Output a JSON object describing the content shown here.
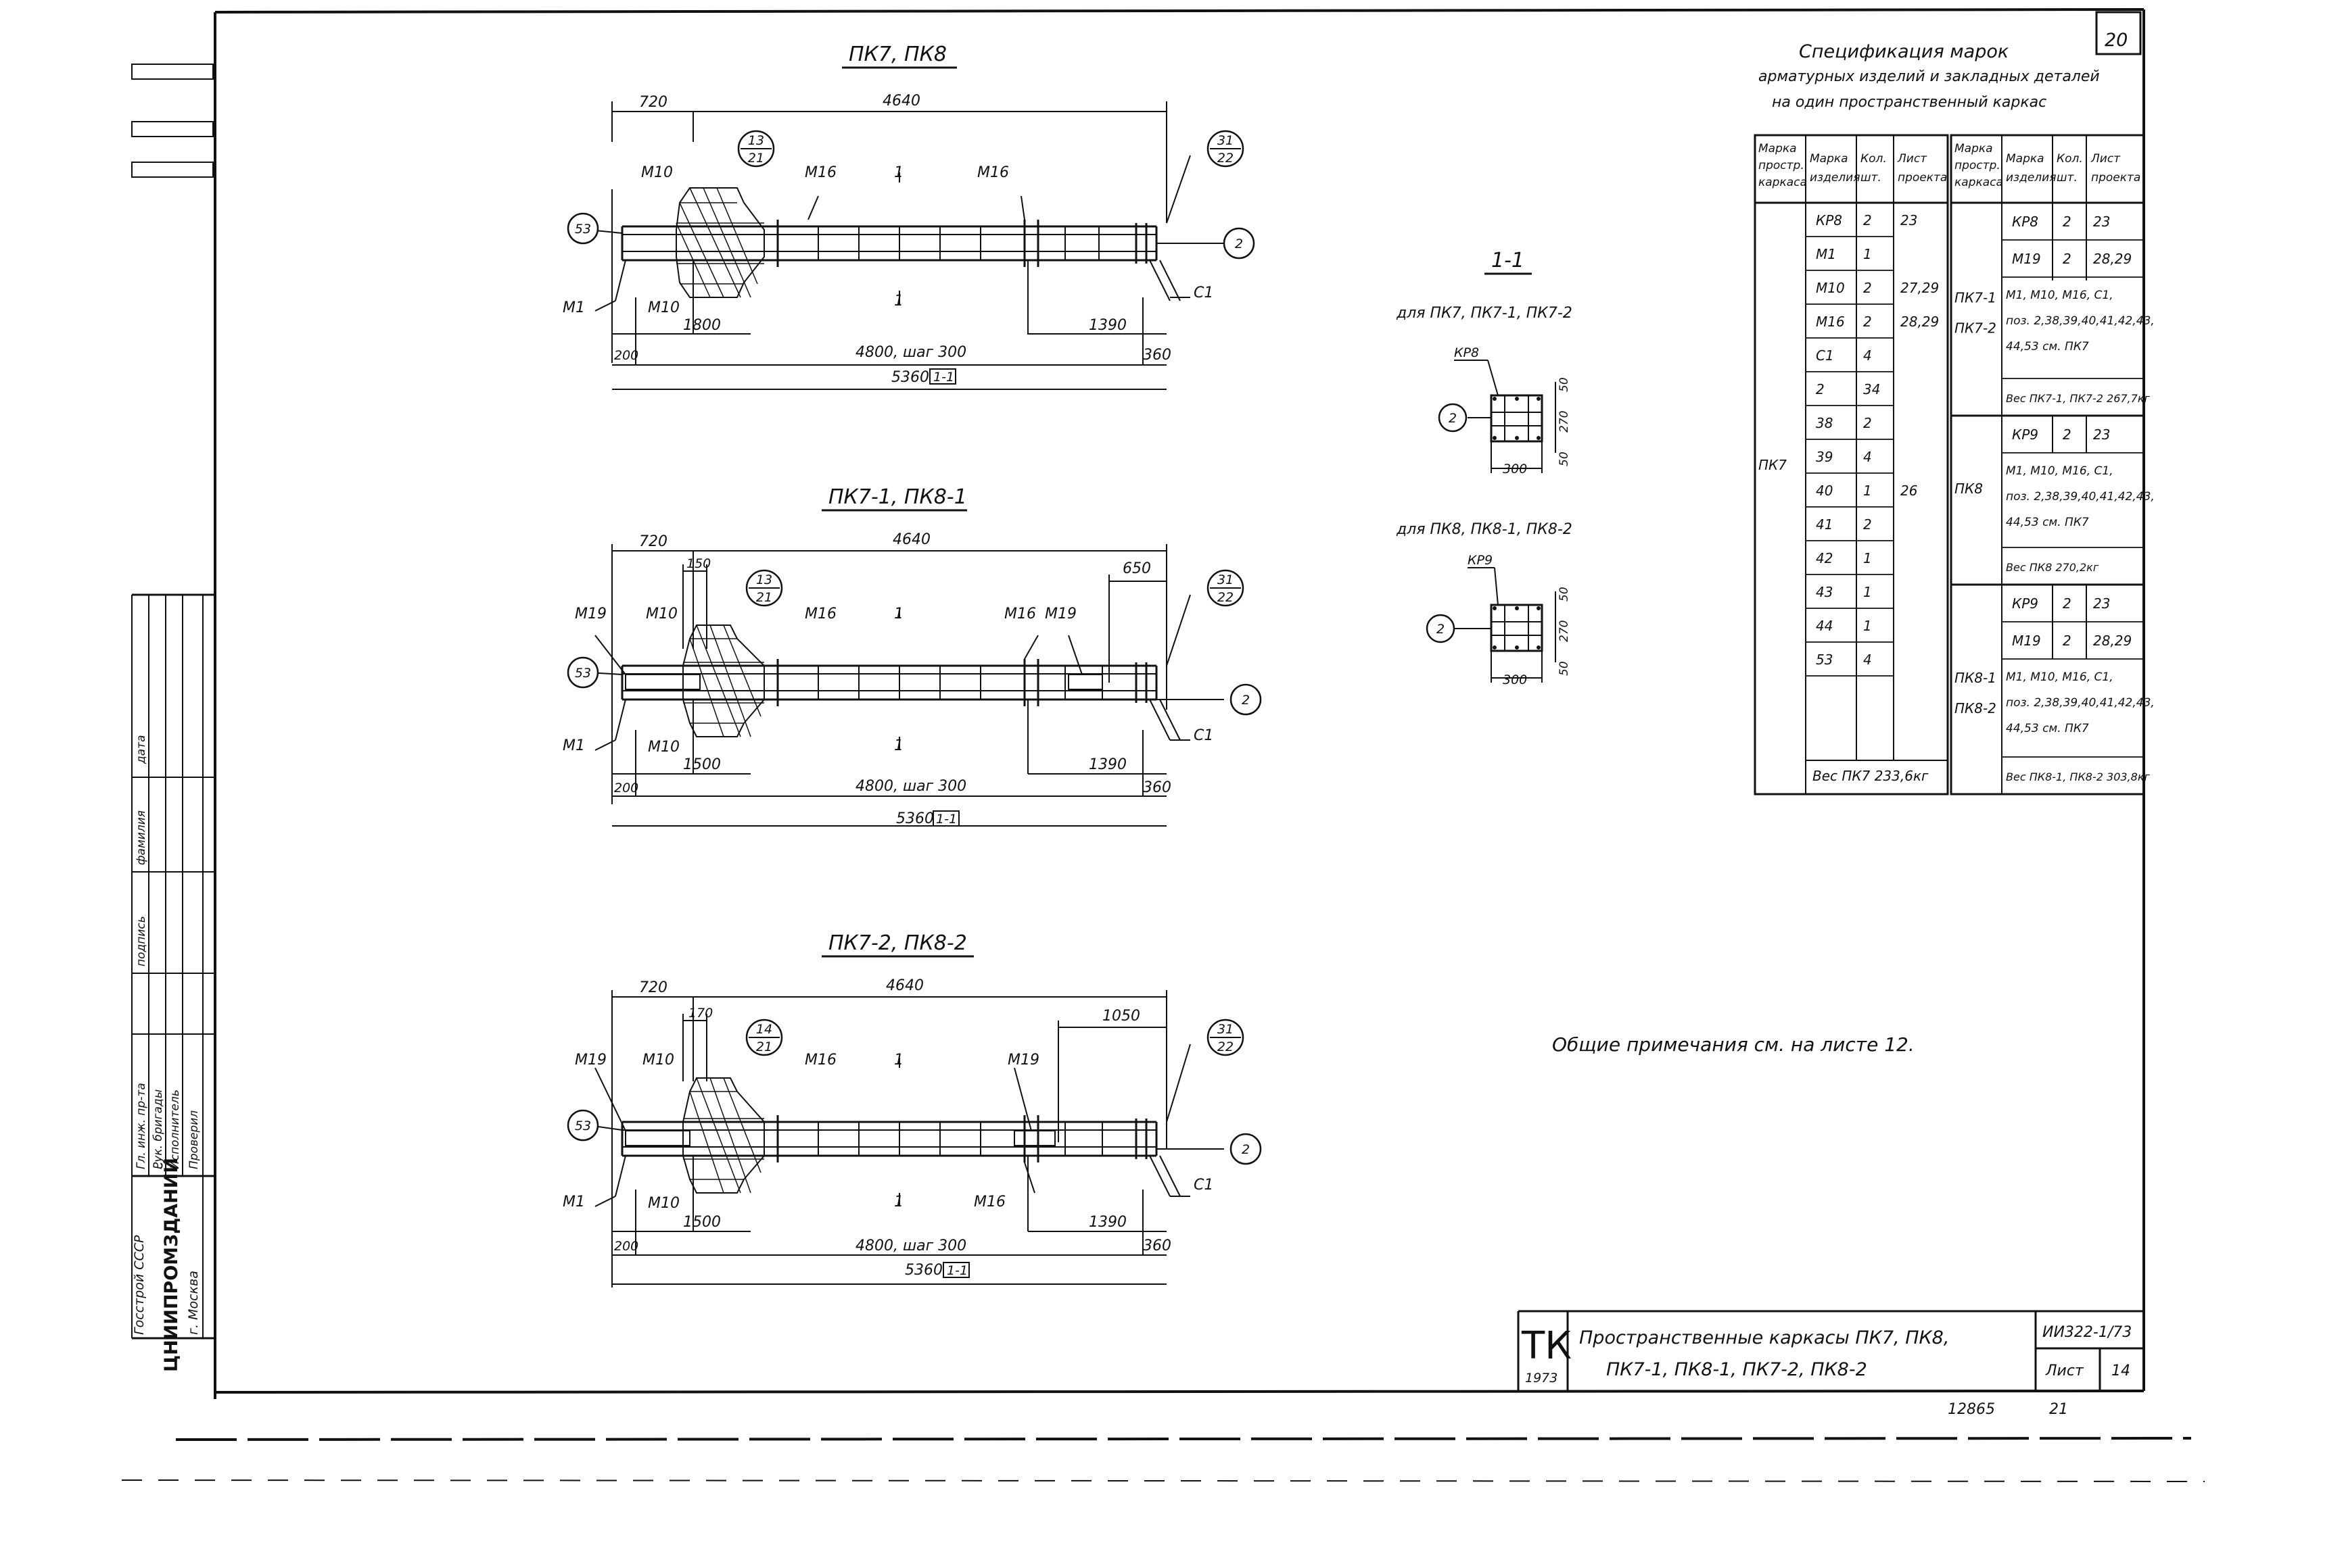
{
  "sheet_number": "20",
  "views": [
    {
      "title": "ПК7, ПК8",
      "dims": {
        "overall": "4640",
        "left": "720",
        "pitch": "4800, шаг 300",
        "total": "5360",
        "total_tag": "1-1",
        "bottom_left": "1800",
        "bottom_right": "1390",
        "end_left": "200",
        "end_right": "360"
      },
      "labels": {
        "m10": "М10",
        "m16a": "М16",
        "m16b": "М16",
        "m1": "М1",
        "m10b": "М10",
        "c1": "С1",
        "sec": "1"
      },
      "bubbles": {
        "b53": "53",
        "b2": "2",
        "b13": "13",
        "b21": "21",
        "b31": "31",
        "b22": "22"
      }
    },
    {
      "title": "ПК7-1, ПК8-1",
      "dims": {
        "overall": "4640",
        "left": "720",
        "mid": "150",
        "right": "650",
        "pitch": "4800, шаг 300",
        "total": "5360",
        "total_tag": "1-1",
        "bottom_left": "1500",
        "bottom_right": "1390",
        "end_left": "200",
        "end_right": "360"
      },
      "labels": {
        "m19": "М19",
        "m10": "М10",
        "m16a": "М16",
        "m16b": "М16",
        "m19b": "М19",
        "m1": "М1",
        "m10b": "М10",
        "c1": "С1",
        "sec": "1"
      },
      "bubbles": {
        "b53": "53",
        "b2": "2",
        "b13": "13",
        "b21": "21",
        "b31": "31",
        "b22": "22"
      }
    },
    {
      "title": "ПК7-2, ПК8-2",
      "dims": {
        "overall": "4640",
        "left": "720",
        "mid": "170",
        "right": "1050",
        "pitch": "4800, шаг 300",
        "total": "5360",
        "total_tag": "1-1",
        "bottom_left": "1500",
        "bottom_right": "1390",
        "end_left": "200",
        "end_right": "360"
      },
      "labels": {
        "m19": "М19",
        "m10": "М10",
        "m16a": "М16",
        "m19b": "М19",
        "m16b": "М16",
        "m1": "М1",
        "m10b": "М10",
        "c1": "С1",
        "sec": "1"
      },
      "bubbles": {
        "b53": "53",
        "b2": "2",
        "b14": "14",
        "b21": "21",
        "b31": "31",
        "b22": "22"
      }
    }
  ],
  "section": {
    "title": "1-1",
    "a": {
      "label": "для ПК7, ПК7-1, ПК7-2",
      "mark": "КР8",
      "bubble": "2",
      "width": "300",
      "height": "270",
      "c1": "50",
      "c2": "50"
    },
    "b": {
      "label": "для ПК8, ПК8-1, ПК8-2",
      "mark": "КР9",
      "bubble": "2",
      "width": "300",
      "height": "270",
      "c1": "50",
      "c2": "50"
    }
  },
  "spec": {
    "title_lines": [
      "Спецификация марок",
      "арматурных изделий и закладных деталей",
      "на один пространственный каркас"
    ],
    "headers": {
      "col1": [
        "Марка",
        "простр.",
        "каркаса"
      ],
      "col2": [
        "Марка",
        "изделия"
      ],
      "col3": [
        "Кол.",
        "шт."
      ],
      "col4": [
        "Лист",
        "проекта"
      ]
    },
    "left_frame": "ПК7",
    "left_rows": [
      {
        "mark": "КР8",
        "qty": "2",
        "sheet": "23"
      },
      {
        "mark": "М1",
        "qty": "1",
        "sheet": ""
      },
      {
        "mark": "М10",
        "qty": "2",
        "sheet": "27,29"
      },
      {
        "mark": "М16",
        "qty": "2",
        "sheet": "28,29"
      },
      {
        "mark": "С1",
        "qty": "4",
        "sheet": ""
      },
      {
        "mark": "2",
        "qty": "34",
        "sheet": ""
      },
      {
        "mark": "38",
        "qty": "2",
        "sheet": ""
      },
      {
        "mark": "39",
        "qty": "4",
        "sheet": ""
      },
      {
        "mark": "40",
        "qty": "1",
        "sheet": "26"
      },
      {
        "mark": "41",
        "qty": "2",
        "sheet": ""
      },
      {
        "mark": "42",
        "qty": "1",
        "sheet": ""
      },
      {
        "mark": "43",
        "qty": "1",
        "sheet": ""
      },
      {
        "mark": "44",
        "qty": "1",
        "sheet": ""
      },
      {
        "mark": "53",
        "qty": "4",
        "sheet": ""
      }
    ],
    "left_weight": "Вес ПК7 233,6кг",
    "right_groups": [
      {
        "frames": [
          "ПК7-1",
          "ПК7-2"
        ],
        "rows": [
          {
            "mark": "КР8",
            "qty": "2",
            "sheet": "23"
          },
          {
            "mark": "М19",
            "qty": "2",
            "sheet": "28,29"
          }
        ],
        "note": [
          "М1, М10, М16, С1,",
          "поз. 2,38,39,40,41,42,43,",
          "44,53 см. ПК7"
        ],
        "weight": "Вес ПК7-1, ПК7-2 267,7кг"
      },
      {
        "frames": [
          "ПК8"
        ],
        "rows": [
          {
            "mark": "КР9",
            "qty": "2",
            "sheet": "23"
          }
        ],
        "note": [
          "М1, М10, М16, С1,",
          "поз. 2,38,39,40,41,42,43,",
          "44,53 см. ПК7"
        ],
        "weight": "Вес ПК8 270,2кг"
      },
      {
        "frames": [
          "ПК8-1",
          "ПК8-2"
        ],
        "rows": [
          {
            "mark": "КР9",
            "qty": "2",
            "sheet": "23"
          },
          {
            "mark": "М19",
            "qty": "2",
            "sheet": "28,29"
          }
        ],
        "note": [
          "М1, М10, М16, С1,",
          "поз. 2,38,39,40,41,42,43,",
          "44,53 см. ПК7"
        ],
        "weight": "Вес ПК8-1, ПК8-2 303,8кг"
      }
    ]
  },
  "general_note": "Общие примечания см. на листе 12.",
  "title_block": {
    "logo": "ТК",
    "year": "1973",
    "title_line1": "Пространственные каркасы ПК7, ПК8,",
    "title_line2": "ПК7-1, ПК8-1, ПК7-2, ПК8-2",
    "series": "ИИ322-1/73",
    "sheet_label": "Лист",
    "sheet_no": "14",
    "archive_no": "12865",
    "archive_sheet": "21"
  },
  "side_stamp": {
    "org": "Госстрой СССР",
    "inst": "ЦНИИПРОМЗДАНИЙ",
    "city": "г. Москва",
    "roles": [
      "Гл. инж. пр-та",
      "Рук. бригады",
      "Исполнитель",
      "Проверил"
    ],
    "head": [
      "подпись",
      "фамилия",
      "дата"
    ]
  }
}
